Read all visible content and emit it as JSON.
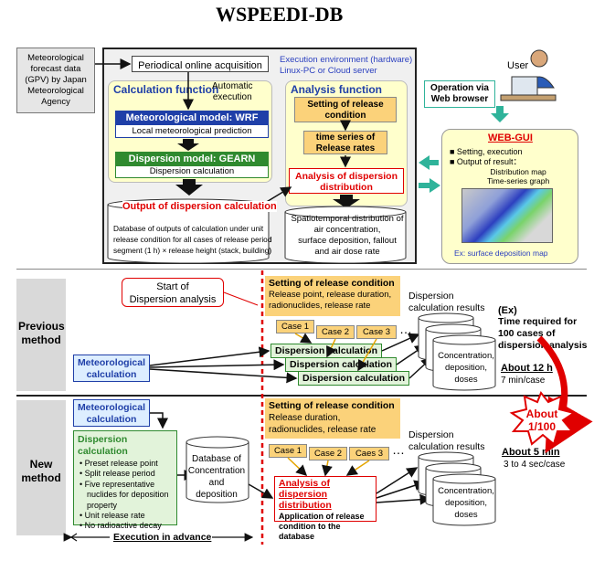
{
  "title": "WSPEEDI-DB",
  "top": {
    "met_source": [
      "Meteorological",
      "forecast data",
      "(GPV) by Japan",
      "Meteorological",
      "Agency"
    ],
    "periodical": "Periodical online acquisition",
    "exec_env": [
      "Execution environment (hardware)",
      "Linux-PC or Cloud server"
    ],
    "calc_function": "Calculation function",
    "automatic": [
      "Automatic",
      "execution"
    ],
    "wrf": "Meteorological model: WRF",
    "local_pred": "Local meteorological prediction",
    "gearn": "Dispersion model: GEARN",
    "disp_calc": "Dispersion calculation",
    "output": "Output of dispersion calculation",
    "db_desc": [
      "Database of outputs of calculation under unit",
      "release condition for all cases of release period",
      "segment (1 h) × release height (stack, building)"
    ],
    "analysis_function": "Analysis function",
    "setting": [
      "Setting of release",
      "condition"
    ],
    "timeseries": [
      "time series of",
      "Release rates"
    ],
    "analysis_disp": [
      "Analysis of dispersion",
      "distribution"
    ],
    "spatio": [
      "Spatiotemporal distribution of",
      "air concentration,",
      "surface deposition, fallout",
      "and air dose rate"
    ],
    "user": "User",
    "operation": [
      "Operation via",
      "Web browser"
    ],
    "webgui": "WEB-GUI",
    "webgui_items": [
      "■ Setting, execution",
      "■ Output of result："
    ],
    "webgui_sub": [
      "Distribution map",
      "Time-series graph"
    ],
    "webgui_ex": "Ex: surface deposition map"
  },
  "previous": {
    "label": [
      "Previous",
      "method"
    ],
    "start": [
      "Start of",
      "Dispersion analysis"
    ],
    "setting_title": "Setting of release condition",
    "setting_text": [
      "Release point, release duration,",
      "radionuclides, release rate"
    ],
    "results": [
      "Dispersion",
      "calculation  results"
    ],
    "cases": [
      "Case 1",
      "Case 2",
      "Case 3"
    ],
    "dots": "…",
    "met_calc": [
      "Meteorological",
      "calculation"
    ],
    "disp_calc": "Dispersion calculation",
    "output_cyl": [
      "Concentration,",
      "deposition,",
      "doses"
    ],
    "ex": "(Ex)",
    "time_req": [
      "Time required for",
      "100 cases of",
      "dispersion analysis"
    ],
    "about12": "About 12 h",
    "per_case": "7 min/case"
  },
  "new": {
    "label": [
      "New",
      "method"
    ],
    "met_calc": [
      "Meteorological",
      "calculation"
    ],
    "disp_calc_title": "Dispersion calculation",
    "disp_items": [
      "• Preset release point",
      "• Split release period",
      "• Five representative",
      "nuclides for deposition",
      "property",
      "• Unit release rate",
      "• No radioactive decay"
    ],
    "db": [
      "Database of",
      "Concentration",
      "and",
      "deposition"
    ],
    "setting_title": "Setting of release condition",
    "setting_text": [
      "Release duration,",
      "radionuclides, release rate"
    ],
    "results": [
      "Dispersion",
      "calculation  results"
    ],
    "cases": [
      "Case 1",
      "Case 2",
      "Caes 3"
    ],
    "dots": "…",
    "analysis_title": [
      "Analysis of",
      "dispersion distribution"
    ],
    "analysis_text": [
      "Application of release",
      "condition to the database"
    ],
    "output_cyl": [
      "Concentration,",
      "deposition,",
      "doses"
    ],
    "about1_100": [
      "About",
      "1/100"
    ],
    "about5": "About 5 min",
    "per_case": "3 to 4 sec/case",
    "exec_adv": "Execution in advance"
  },
  "colors": {
    "calc_bg": "#ffffcc",
    "model_blue": "#1f3fa8",
    "model_green": "#2f8a2f",
    "orange": "#fbd27a",
    "light_blue": "#ddeeff",
    "light_green": "#e2f3da",
    "red": "#e00000"
  }
}
